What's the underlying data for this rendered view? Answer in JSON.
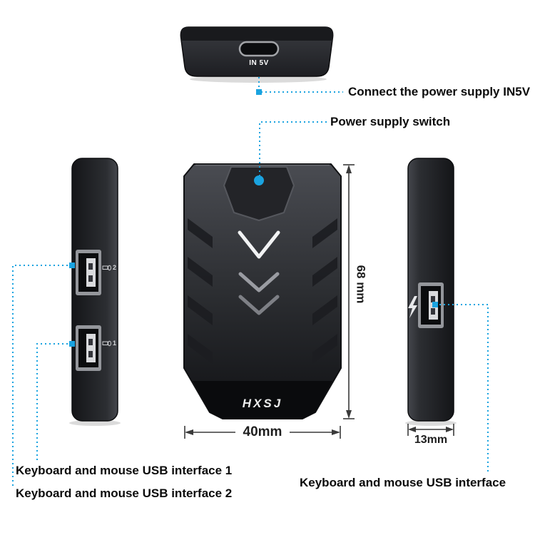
{
  "title": "Keyboard and mouse adapter product diagram",
  "colors": {
    "accent_blue": "#1aa3e0",
    "device_body": "#2e3034",
    "dimension_line": "#3a3a3a",
    "text": "#0b0b0b"
  },
  "top_view": {
    "port_label": "IN 5V"
  },
  "front_view": {
    "brand": "HXSJ"
  },
  "left_view": {
    "port_top_number": "2",
    "port_bottom_number": "1"
  },
  "callouts": {
    "power_input": "Connect the power supply IN5V",
    "power_switch": "Power supply switch",
    "usb_interface_1": "Keyboard and mouse USB interface 1",
    "usb_interface_2": "Keyboard and mouse USB interface 2",
    "usb_interface_right": "Keyboard and mouse USB interface"
  },
  "dimensions": {
    "height": "68 mm",
    "width": "40mm",
    "depth": "13mm"
  },
  "icons": {
    "power_indicator": "blue-dot",
    "charge_icon": "lightning-bolt",
    "keyboard_icon": "keyboard",
    "mouse_icon": "mouse",
    "usb_c_port": "usb-c-pill",
    "usb_a_port": "usb-a-socket"
  }
}
